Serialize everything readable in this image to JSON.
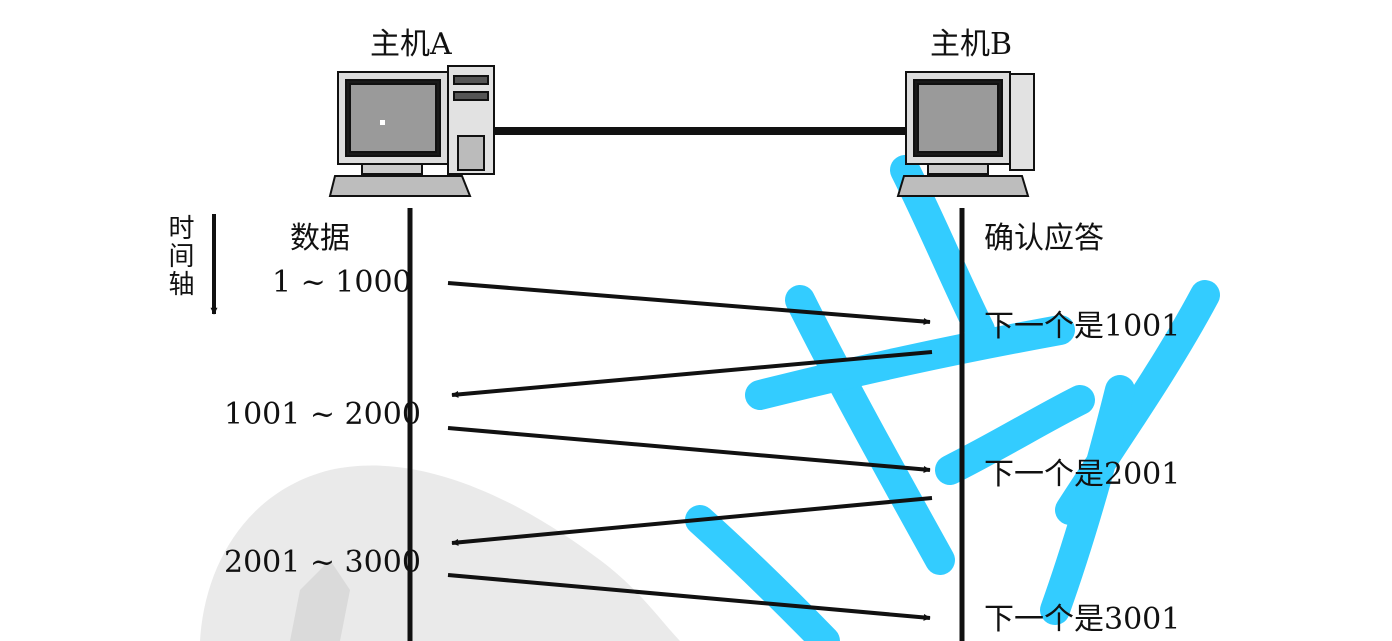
{
  "hosts": {
    "a_label": "主机A",
    "b_label": "主机B"
  },
  "time_axis": {
    "label": "时间轴"
  },
  "columns": {
    "left_header": "数据",
    "right_header": "确认应答"
  },
  "data_segments": [
    "1 ~ 1000",
    "1001 ~ 2000",
    "2001 ~ 3000"
  ],
  "acks": [
    "下一个是1001",
    "下一个是2001",
    "下一个是3001"
  ],
  "colors": {
    "line": "#111111",
    "watermark_blue": "#33ccff",
    "watermark_gray": "#e6e6e6"
  }
}
